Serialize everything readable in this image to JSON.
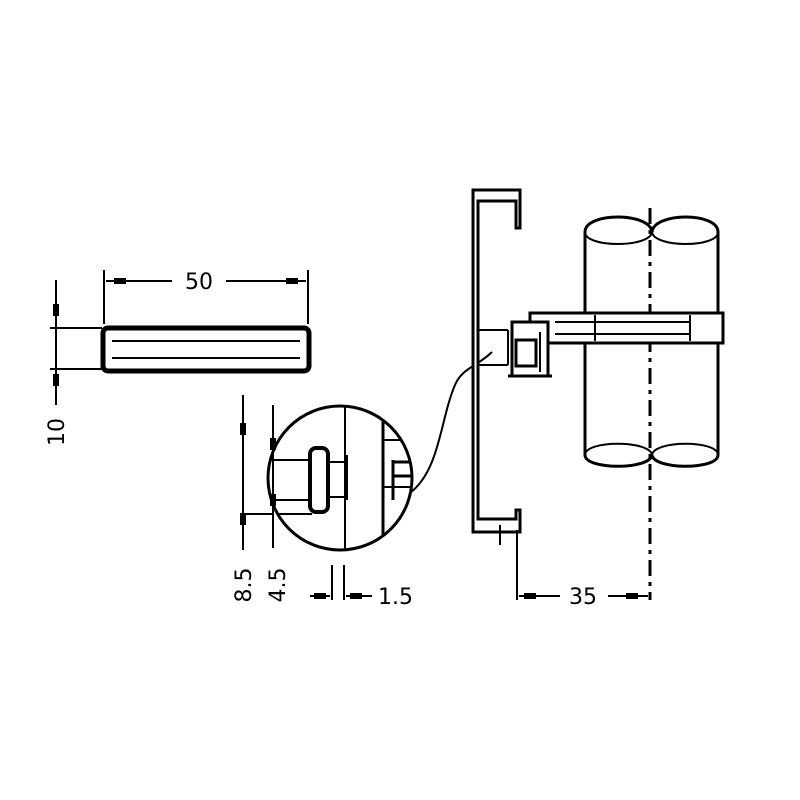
{
  "dimensions": {
    "length": "50",
    "height": "10",
    "overall_slot": "8.5",
    "inner_slot": "4.5",
    "thickness": "1.5",
    "offset": "35"
  },
  "colors": {
    "ink": "#000000",
    "background": "#ffffff"
  }
}
